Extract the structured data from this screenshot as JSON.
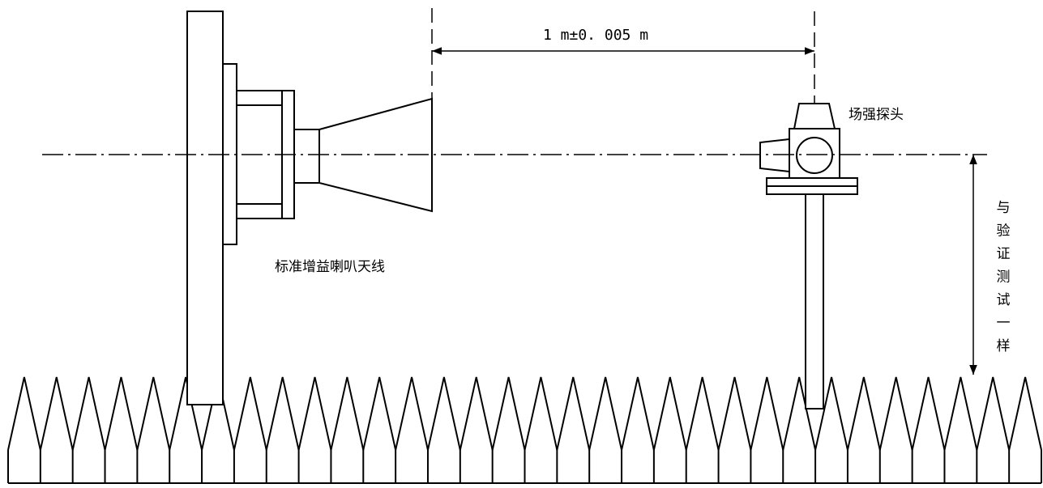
{
  "labels": {
    "distance": "1 m±0. 005 m",
    "probe": "场强探头",
    "antenna": "标准增益喇叭天线",
    "height_chars": [
      "与",
      "验",
      "证",
      "测",
      "试",
      "一",
      "样"
    ]
  },
  "spike_count": 32
}
